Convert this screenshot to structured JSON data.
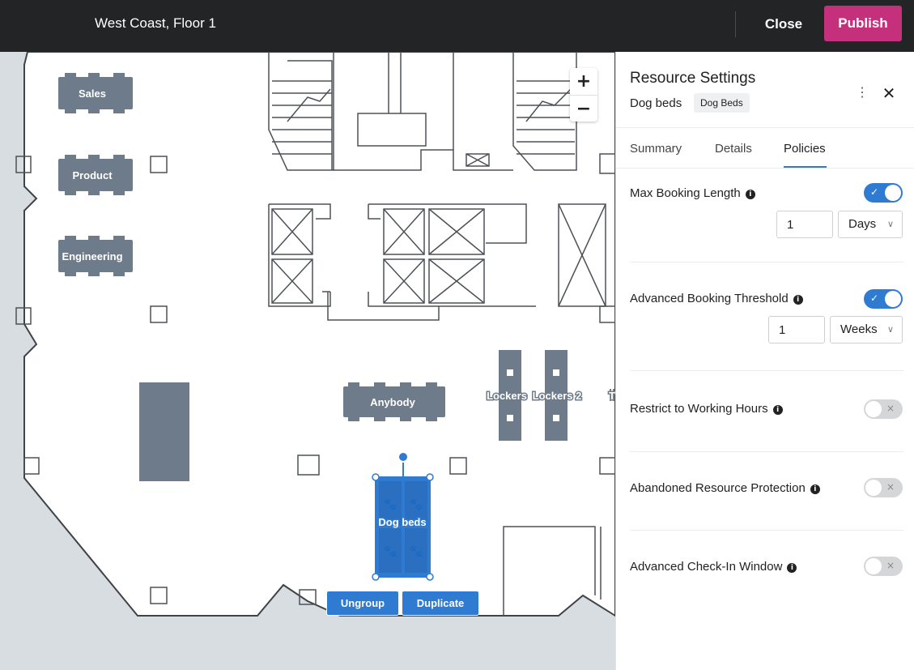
{
  "header": {
    "title": "West Coast, Floor 1",
    "close_label": "Close",
    "publish_label": "Publish"
  },
  "map": {
    "zoom_in": "+",
    "zoom_out": "−",
    "labels": {
      "sales": "Sales",
      "product": "Product",
      "engineering": "Engineering",
      "anybody": "Anybody",
      "lockers": "Lockers",
      "lockers2": "Lockers 2",
      "dog_beds": "Dog beds",
      "partial": "T"
    },
    "context_menu": {
      "ungroup": "Ungroup",
      "duplicate": "Duplicate"
    }
  },
  "panel": {
    "title": "Resource Settings",
    "subtitle": "Dog beds",
    "badge": "Dog Beds",
    "menu_icon": "⋮",
    "close_icon": "✕",
    "tabs": [
      {
        "label": "Summary",
        "active": false
      },
      {
        "label": "Details",
        "active": false
      },
      {
        "label": "Policies",
        "active": true
      }
    ],
    "policies": [
      {
        "label": "Max Booking Length",
        "enabled": true,
        "value": "1",
        "unit": "Days"
      },
      {
        "label": "Advanced Booking Threshold",
        "enabled": true,
        "value": "1",
        "unit": "Weeks"
      },
      {
        "label": "Restrict to Working Hours",
        "enabled": false
      },
      {
        "label": "Abandoned Resource Protection",
        "enabled": false
      },
      {
        "label": "Advanced Check-In Window",
        "enabled": false
      }
    ]
  },
  "colors": {
    "accent": "#2f7bd2",
    "publish": "#c4307b",
    "topbar": "#232425",
    "desk": "#6e7b8a"
  }
}
